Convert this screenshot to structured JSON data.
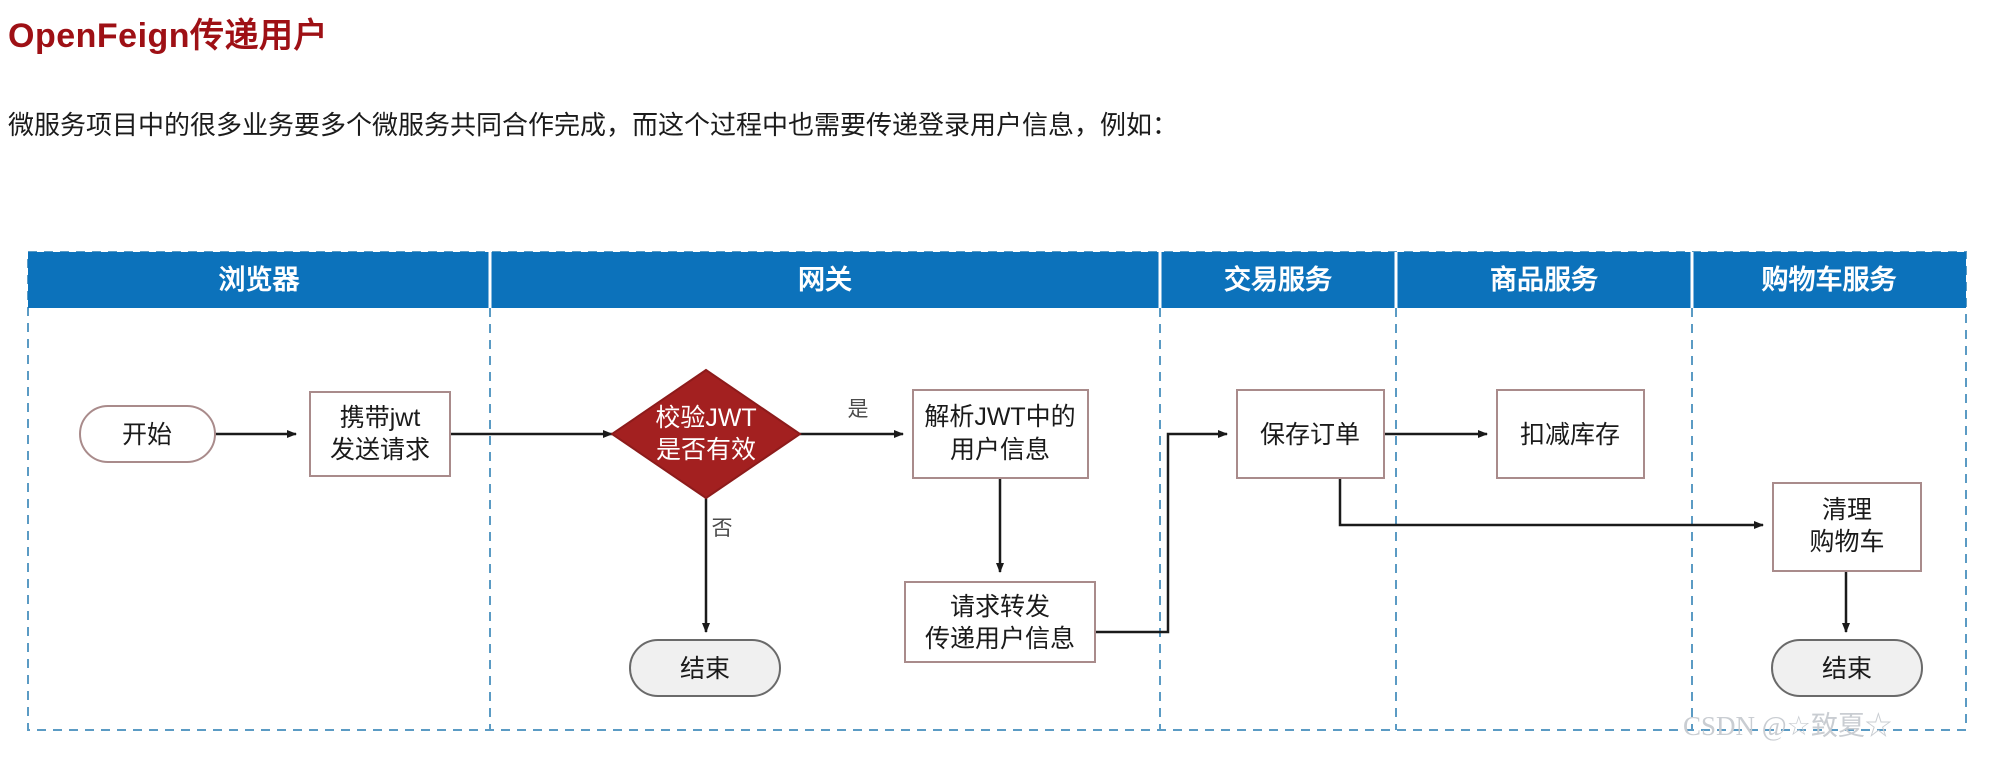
{
  "page": {
    "title": "OpenFeign传递用户",
    "title_color": "#9e1015",
    "paragraph": "微服务项目中的很多业务要多个微服务共同合作完成，而这个过程中也需要传递登录用户信息，例如："
  },
  "diagram": {
    "type": "flowchart-swimlane",
    "header_color": "#0c72bb",
    "lane_divider_color": "#5b9bc4",
    "node_border_color": "#a98b8b",
    "node_fill": "#ffffff",
    "decision_fill": "#a32020",
    "terminator_fill": "#f0f0f0",
    "edge_color": "#1a1a1a",
    "lanes": [
      {
        "label": "浏览器"
      },
      {
        "label": "网关"
      },
      {
        "label": "交易服务"
      },
      {
        "label": "商品服务"
      },
      {
        "label": "购物车服务"
      }
    ],
    "nodes": [
      {
        "id": "start",
        "lane": "浏览器",
        "shape": "terminator",
        "lines": [
          "开始"
        ]
      },
      {
        "id": "send",
        "lane": "浏览器",
        "shape": "process",
        "lines": [
          "携带jwt",
          "发送请求"
        ]
      },
      {
        "id": "verify",
        "lane": "网关",
        "shape": "decision",
        "lines": [
          "校验JWT",
          "是否有效"
        ]
      },
      {
        "id": "parse",
        "lane": "网关",
        "shape": "process",
        "lines": [
          "解析JWT中的",
          "用户信息"
        ]
      },
      {
        "id": "forward",
        "lane": "网关",
        "shape": "process",
        "lines": [
          "请求转发",
          "传递用户信息"
        ]
      },
      {
        "id": "end-left",
        "lane": "网关",
        "shape": "terminator",
        "lines": [
          "结束"
        ]
      },
      {
        "id": "order",
        "lane": "交易服务",
        "shape": "process",
        "lines": [
          "保存订单"
        ]
      },
      {
        "id": "stock",
        "lane": "商品服务",
        "shape": "process",
        "lines": [
          "扣减库存"
        ]
      },
      {
        "id": "cart",
        "lane": "购物车服务",
        "shape": "process",
        "lines": [
          "清理",
          "购物车"
        ]
      },
      {
        "id": "end-right",
        "lane": "购物车服务",
        "shape": "terminator",
        "lines": [
          "结束"
        ]
      }
    ],
    "edges": [
      {
        "from": "start",
        "to": "send",
        "label": ""
      },
      {
        "from": "send",
        "to": "verify",
        "label": ""
      },
      {
        "from": "verify",
        "to": "parse",
        "label": "是"
      },
      {
        "from": "verify",
        "to": "end-left",
        "label": "否"
      },
      {
        "from": "parse",
        "to": "forward",
        "label": ""
      },
      {
        "from": "forward",
        "to": "order",
        "label": ""
      },
      {
        "from": "order",
        "to": "stock",
        "label": ""
      },
      {
        "from": "order",
        "to": "cart",
        "label": ""
      },
      {
        "from": "cart",
        "to": "end-right",
        "label": ""
      }
    ]
  },
  "watermark": {
    "text": "CSDN @☆致夏☆"
  }
}
